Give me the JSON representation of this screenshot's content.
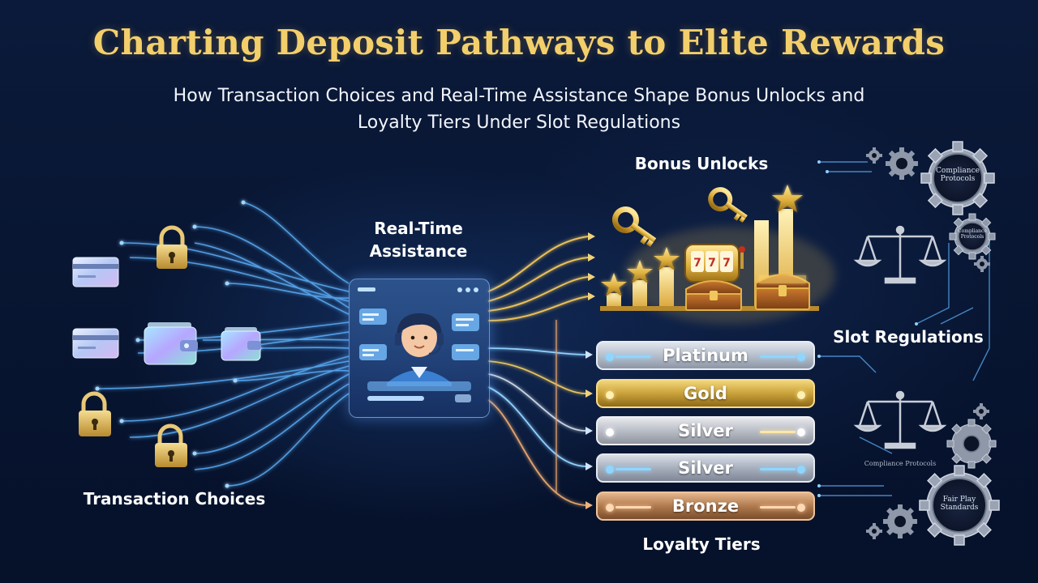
{
  "title": "Charting Deposit Pathways to Elite Rewards",
  "subtitle": "How Transaction Choices and Real-Time Assistance Shape Bonus Unlocks and Loyalty Tiers Under Slot Regulations",
  "sections": {
    "transaction_choices": "Transaction Choices",
    "real_time_assistance": "Real-Time Assistance",
    "bonus_unlocks": "Bonus Unlocks",
    "loyalty_tiers": "Loyalty Tiers",
    "slot_regulations": "Slot Regulations"
  },
  "tiers": [
    {
      "label": "Platinum",
      "style": "platinum"
    },
    {
      "label": "Gold",
      "style": "gold"
    },
    {
      "label": "Silver",
      "style": "silver"
    },
    {
      "label": "Silver",
      "style": "silver"
    },
    {
      "label": "Bronze",
      "style": "bronze"
    }
  ],
  "gear_labels": {
    "compliance_protocols": "Compliance Protocols",
    "compliance_small": "Compliance Protocols",
    "compliance_caption": "Compliance Protocols",
    "fair_play": "Fair Play Standards"
  },
  "icons": {
    "locks": [
      "lock-icon",
      "lock-icon",
      "lock-icon",
      "lock-icon"
    ],
    "cards": [
      "credit-card-icon",
      "credit-card-icon"
    ],
    "wallets": [
      "wallet-icon",
      "wallet-icon"
    ],
    "rewards": [
      "key-icon",
      "key-icon",
      "star-icon",
      "slot-machine-icon",
      "treasure-chest-icon"
    ],
    "regulation": [
      "scales-icon",
      "gear-icon"
    ]
  },
  "colors": {
    "title_gold": "#f3cf6b",
    "background": "#07122a",
    "circuit_blue": "#5fb4ff",
    "flow_gold": "#e8c05a"
  }
}
